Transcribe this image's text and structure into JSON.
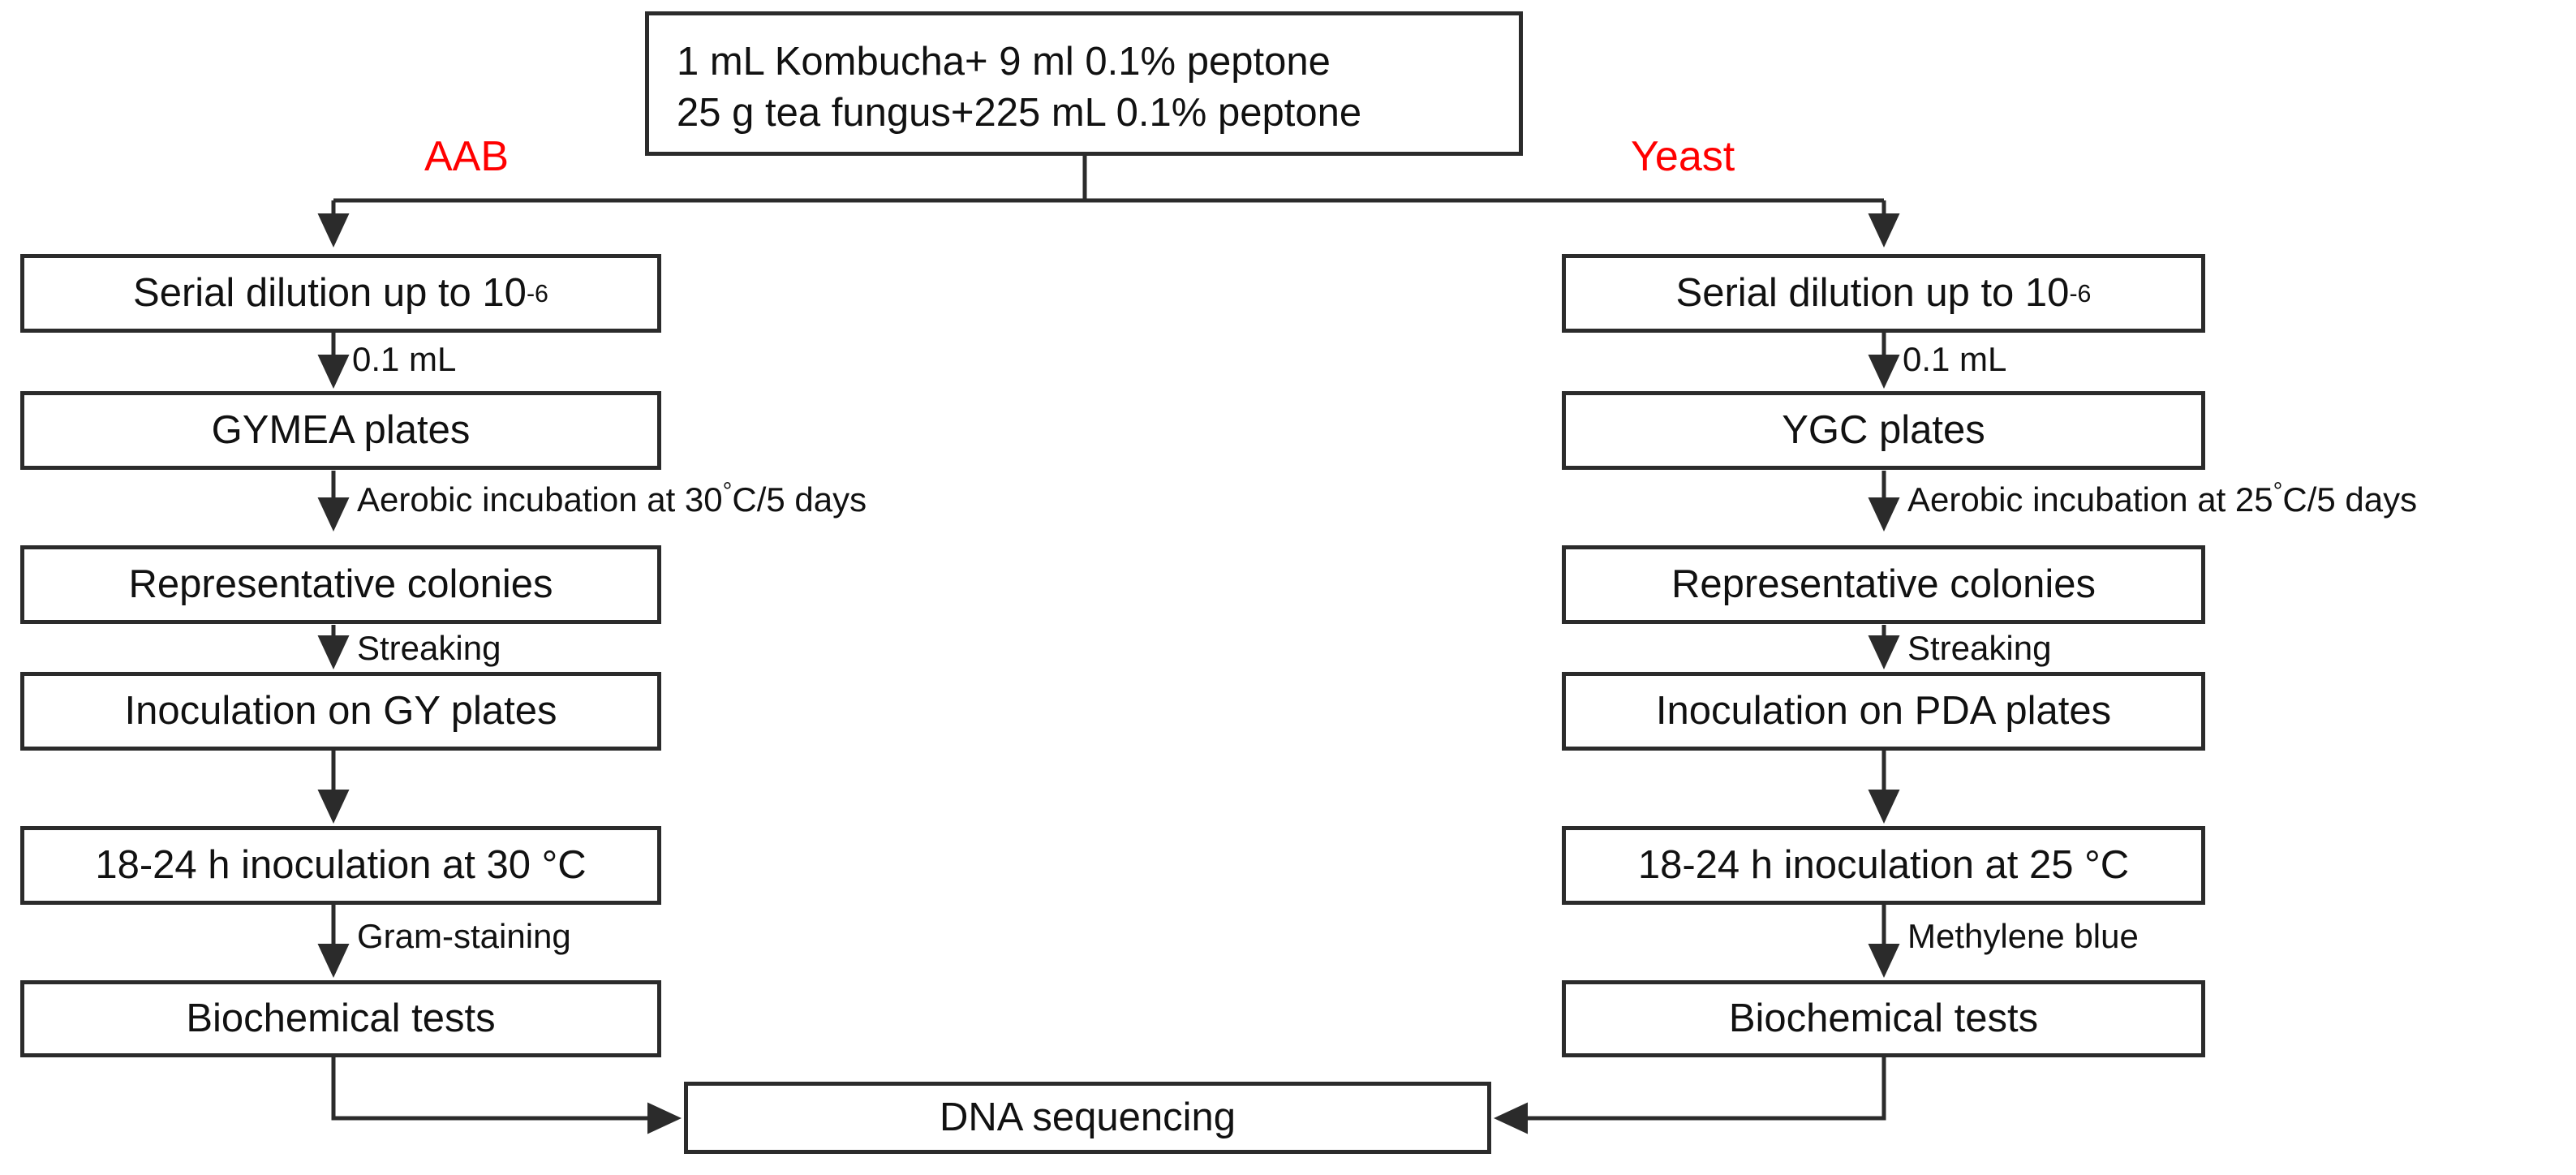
{
  "diagram": {
    "title_box": {
      "name": "sample-preparation",
      "line1": "1 mL Kombucha+  9 ml 0.1% peptone",
      "line2": "25 g tea fungus+225 mL 0.1% peptone"
    },
    "branches": [
      {
        "id": "aab",
        "label": "AAB",
        "color": "#ff0000"
      },
      {
        "id": "yeast",
        "label": "Yeast",
        "color": "#ff0000"
      }
    ],
    "left_column": {
      "branch": "AAB",
      "nodes": [
        {
          "id": "left-serial-dilution",
          "text": "Serial dilution up to 10",
          "superscript": "-6"
        },
        {
          "id": "left-plates",
          "text": "GYMEA plates",
          "superscript": ""
        },
        {
          "id": "left-colonies",
          "text": "Representative colonies",
          "superscript": ""
        },
        {
          "id": "left-inoculation-plates",
          "text": "Inoculation on GY plates",
          "superscript": ""
        },
        {
          "id": "left-incubation",
          "text": "18-24 h inoculation at 30 °C",
          "superscript": ""
        },
        {
          "id": "left-biochemical",
          "text": "Biochemical tests",
          "superscript": ""
        }
      ],
      "edge_labels": [
        {
          "id": "left-edge-1",
          "text": "0.1 mL"
        },
        {
          "id": "left-edge-2",
          "text": "Aerobic incubation at 30",
          "degree": "°",
          "tail": "C/5 days"
        },
        {
          "id": "left-edge-3",
          "text": "Streaking"
        },
        {
          "id": "left-edge-4",
          "text": ""
        },
        {
          "id": "left-edge-5",
          "text": "Gram-staining"
        }
      ]
    },
    "right_column": {
      "branch": "Yeast",
      "nodes": [
        {
          "id": "right-serial-dilution",
          "text": "Serial dilution up to 10",
          "superscript": "-6"
        },
        {
          "id": "right-plates",
          "text": "YGC plates",
          "superscript": ""
        },
        {
          "id": "right-colonies",
          "text": "Representative colonies",
          "superscript": ""
        },
        {
          "id": "right-inoculation-plates",
          "text": "Inoculation on PDA plates",
          "superscript": ""
        },
        {
          "id": "right-incubation",
          "text": "18-24 h inoculation at 25 °C",
          "superscript": ""
        },
        {
          "id": "right-biochemical",
          "text": "Biochemical tests",
          "superscript": ""
        }
      ],
      "edge_labels": [
        {
          "id": "right-edge-1",
          "text": "0.1 mL"
        },
        {
          "id": "right-edge-2",
          "text": "Aerobic incubation at 25",
          "degree": "°",
          "tail": "C/5 days"
        },
        {
          "id": "right-edge-3",
          "text": "Streaking"
        },
        {
          "id": "right-edge-4",
          "text": ""
        },
        {
          "id": "right-edge-5",
          "text": "Methylene blue"
        }
      ]
    },
    "final_node": {
      "id": "dna-sequencing",
      "text": "DNA sequencing"
    },
    "colors": {
      "stroke": "#2b2b2b",
      "text": "#111111",
      "accent": "#ff0000",
      "background": "#ffffff"
    }
  }
}
